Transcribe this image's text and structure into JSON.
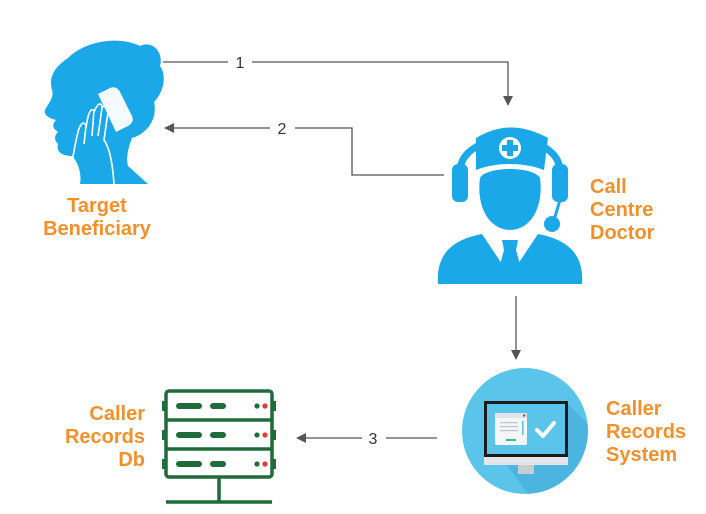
{
  "diagram": {
    "nodes": [
      {
        "id": "beneficiary",
        "label_lines": [
          "Target",
          "Beneficiary"
        ],
        "icon": "woman-phone-icon"
      },
      {
        "id": "doctor",
        "label_lines": [
          "Call",
          "Centre",
          "Doctor"
        ],
        "icon": "doctor-headset-icon"
      },
      {
        "id": "system",
        "label_lines": [
          "Caller",
          "Records",
          "System"
        ],
        "icon": "computer-monitor-icon"
      },
      {
        "id": "db",
        "label_lines": [
          "Caller",
          "Records",
          "Db"
        ],
        "icon": "server-database-icon"
      }
    ],
    "edges": [
      {
        "from": "beneficiary",
        "to": "doctor",
        "label": "1"
      },
      {
        "from": "doctor",
        "to": "beneficiary",
        "label": "2"
      },
      {
        "from": "doctor",
        "to": "system",
        "label": ""
      },
      {
        "from": "system",
        "to": "db",
        "label": "3"
      }
    ]
  },
  "colors": {
    "label_orange": "#F2912A",
    "icon_blue": "#1BA8E8",
    "system_circle": "#5BC4EA",
    "server_green": "#1F6B3A",
    "led_red": "#E53935",
    "arrow_gray": "#555555"
  }
}
